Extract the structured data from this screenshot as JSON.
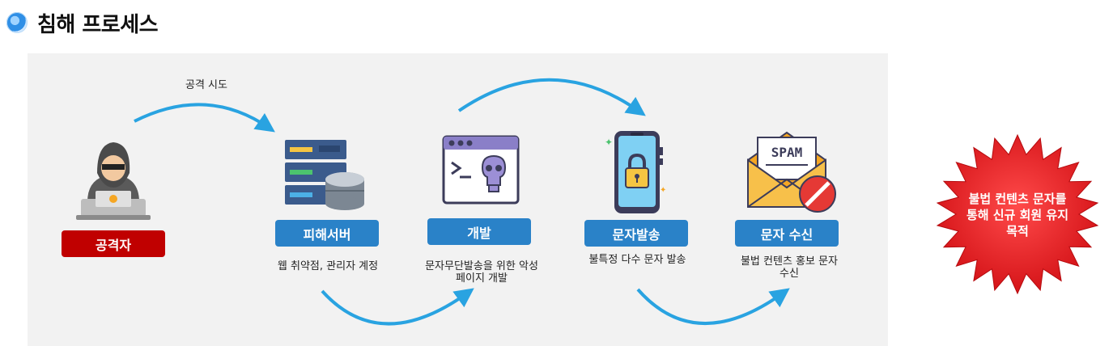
{
  "title": "침해 프로세스",
  "arrow_label_top_left": "공격 시도",
  "steps": [
    {
      "label": "공격자",
      "caption": ""
    },
    {
      "label": "피해서버",
      "caption": "웹 취약점, 관리자 계정"
    },
    {
      "label": "개발",
      "caption_line1": "문자무단발송을 위한 악성",
      "caption_line2": "페이지 개발"
    },
    {
      "label": "문자발송",
      "caption": "불특정 다수 문자 발송"
    },
    {
      "label": "문자 수신",
      "caption_line1": "불법 컨텐츠 홍보 문자",
      "caption_line2": "수신"
    }
  ],
  "spam_text": "SPAM",
  "burst": {
    "line1": "불법 컨텐츠 문자를",
    "line2": "통해 신규 회원 유지",
    "line3": "목적"
  },
  "colors": {
    "accent_blue": "#2a82c8",
    "attacker_red": "#c00000",
    "arrow": "#29a3e1",
    "burst": "#e8282a"
  }
}
